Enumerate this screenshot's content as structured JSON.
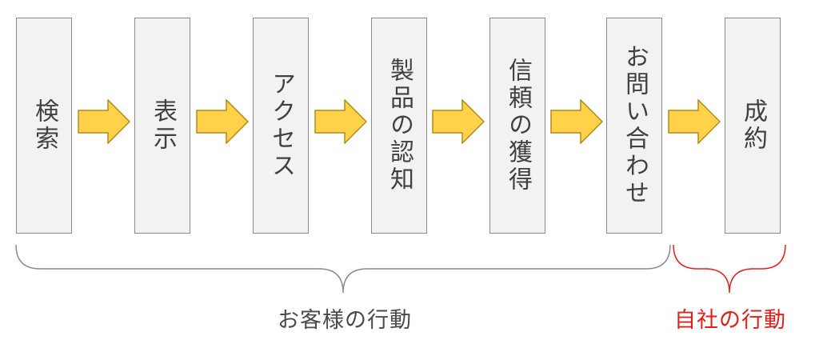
{
  "steps": [
    {
      "label": "検索"
    },
    {
      "label": "表示"
    },
    {
      "label": "アクセス"
    },
    {
      "label": "製品の認知"
    },
    {
      "label": "信頼の獲得"
    },
    {
      "label": "お問い合わせ"
    },
    {
      "label": "成約"
    }
  ],
  "groups": {
    "customer": {
      "label": "お客様の行動",
      "color": "#4a4a4a"
    },
    "company": {
      "label": "自社の行動",
      "color": "#e0201b"
    }
  },
  "colors": {
    "step_fill": "#f2f2f2",
    "step_border": "#8a8a8a",
    "arrow_fill": "#ffd24a",
    "arrow_stroke": "#b08a1a",
    "customer_brace": "#8a8a8a",
    "company_brace": "#e0201b"
  }
}
